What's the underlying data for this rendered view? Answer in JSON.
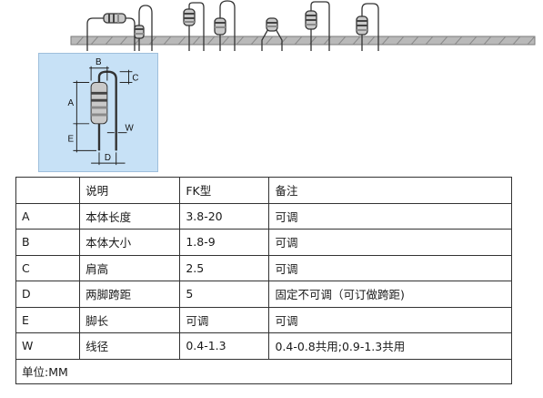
{
  "diagram": {
    "labels": {
      "a": "A",
      "b": "B",
      "c": "C",
      "d": "D",
      "e": "E",
      "w": "W"
    },
    "colors": {
      "panel_bg": "#c7e1f6",
      "resistor_body": "#c9c9c9",
      "band_dark": "#444444",
      "band_light": "#8a8a8a",
      "board": "#b9b9b9"
    }
  },
  "table": {
    "headers": [
      "",
      "说明",
      "FK型",
      "备注"
    ],
    "rows": [
      [
        "A",
        "本体长度",
        "3.8-20",
        "可调"
      ],
      [
        "B",
        "本体大小",
        "1.8-9",
        "可调"
      ],
      [
        "C",
        "肩高",
        "2.5",
        "可调"
      ],
      [
        "D",
        "两脚跨距",
        "5",
        "固定不可调（可订做跨距)"
      ],
      [
        "E",
        "脚长",
        "可调",
        "可调"
      ],
      [
        "W",
        "线径",
        "0.4-1.3",
        "0.4-0.8共用;0.9-1.3共用"
      ]
    ],
    "footer": "单位:MM"
  }
}
